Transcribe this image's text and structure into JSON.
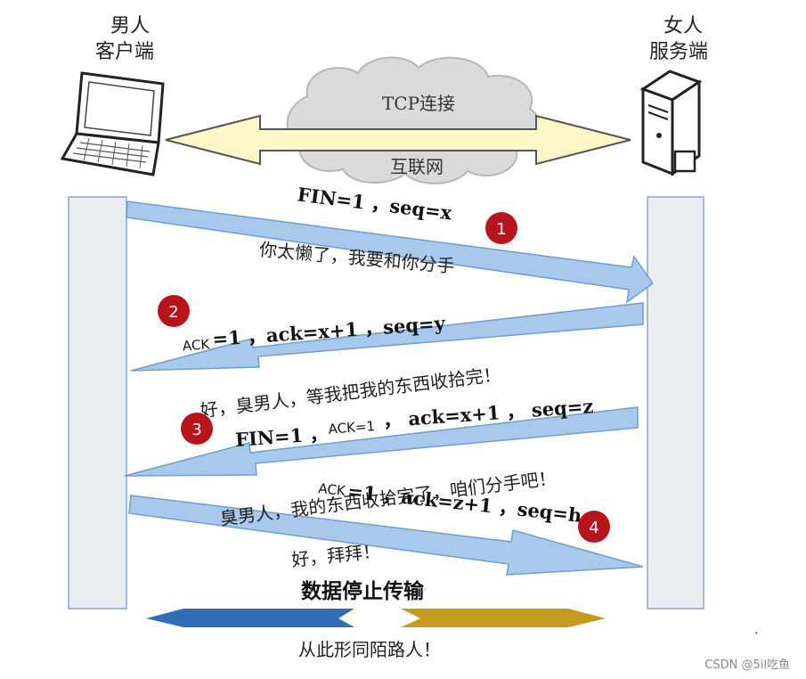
{
  "client": {
    "line1": "男人",
    "line2": "客户端"
  },
  "server": {
    "line1": "女人",
    "line2": "服务端"
  },
  "cloud": {
    "top": "TCP连接",
    "bottom": "互联网"
  },
  "steps": [
    {
      "num": "1",
      "label": "FIN=1 ，seq=x",
      "speech": "你太懒了，我要和你分手"
    },
    {
      "num": "2",
      "label_ack": "ACK",
      "label_rest": "=1 ，ack=x+1 ，seq=y",
      "speech": "好，臭男人，等我把我的东西收拾完！"
    },
    {
      "num": "3",
      "label_fin": "FIN=1 ，",
      "label_ack": "ACK=1",
      "label_rest": "， ack=x+1 ， seq=z",
      "speech": "臭男人，我的东西收拾完了，咱们分手吧！"
    },
    {
      "num": "4",
      "label_ack": "ACK",
      "label_rest": "=1 ，ack=z+1 ，seq=h",
      "speech": "好，拜拜！"
    }
  ],
  "stop": "数据停止传输",
  "ending": "从此形同陌路人！",
  "dot": ".",
  "watermark": "CSDN @5il吃鱼",
  "colors": {
    "arrow": "#a9c9ec",
    "arrow_stroke": "#6f9ecf",
    "badge": "#b8141c",
    "bar": "#e9ecf1",
    "left_bar_arrow": "#2f6db5",
    "right_bar_arrow": "#c59a1e",
    "link_arrow": "#fff6c8"
  }
}
